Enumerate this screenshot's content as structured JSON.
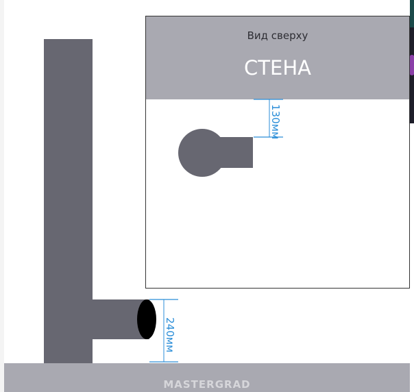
{
  "top_view": {
    "caption": "Вид сверху",
    "title": "СТЕНА",
    "dimension": "130мм"
  },
  "side_view": {
    "dimension": "240мм"
  },
  "footer": {
    "logo": "MASTERGRAD"
  },
  "colors": {
    "pipe": "#676771",
    "panel_header": "#a9a9b1",
    "dimension_line": "#2b8ed8",
    "pipe_end": "#000000"
  }
}
